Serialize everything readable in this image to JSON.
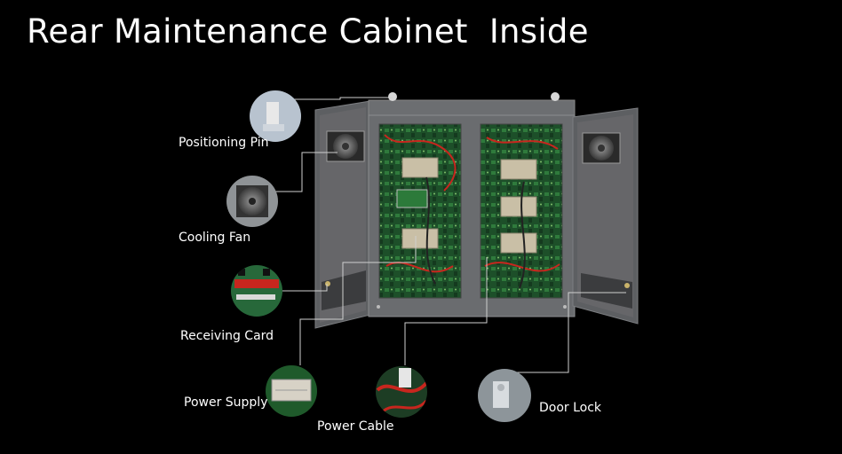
{
  "title": "Rear Maintenance Cabinet  Inside",
  "callouts": {
    "positioning_pin": "Positioning Pin",
    "cooling_fan": "Cooling Fan",
    "receiving_card": "Receiving Card",
    "power_supply": "Power Supply",
    "power_cable": "Power Cable",
    "door_lock": "Door Lock"
  },
  "colors": {
    "background": "#000000",
    "cabinet_frame": "#6e7073",
    "door_panel": "#5b5d60",
    "pcb_green": "#1e5a2c",
    "power_supply_beige": "#c9bfa6",
    "cable_red": "#c8261e",
    "leader_line": "#cfcfcf"
  },
  "icons": [
    "positioning-pin-photo",
    "cooling-fan-photo",
    "receiving-card-photo",
    "power-supply-photo",
    "power-cable-photo",
    "door-lock-photo"
  ]
}
